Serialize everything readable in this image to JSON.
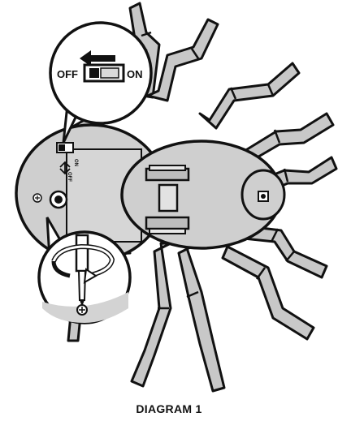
{
  "callout_switch": {
    "off_label": "OFF",
    "on_label": "ON",
    "arrow_icon": "arrow-left-icon"
  },
  "battery_area": {
    "off_label": "OFF",
    "on_label": "ON"
  },
  "callout_screw": {
    "rotate_icon": "rotate-arrow-icon",
    "screwdriver_icon": "screwdriver-icon"
  },
  "caption": "DIAGRAM 1",
  "colors": {
    "body": "#cfcfcf",
    "legs": "#c8c8c8",
    "outline": "#111111",
    "paper": "#ffffff"
  }
}
